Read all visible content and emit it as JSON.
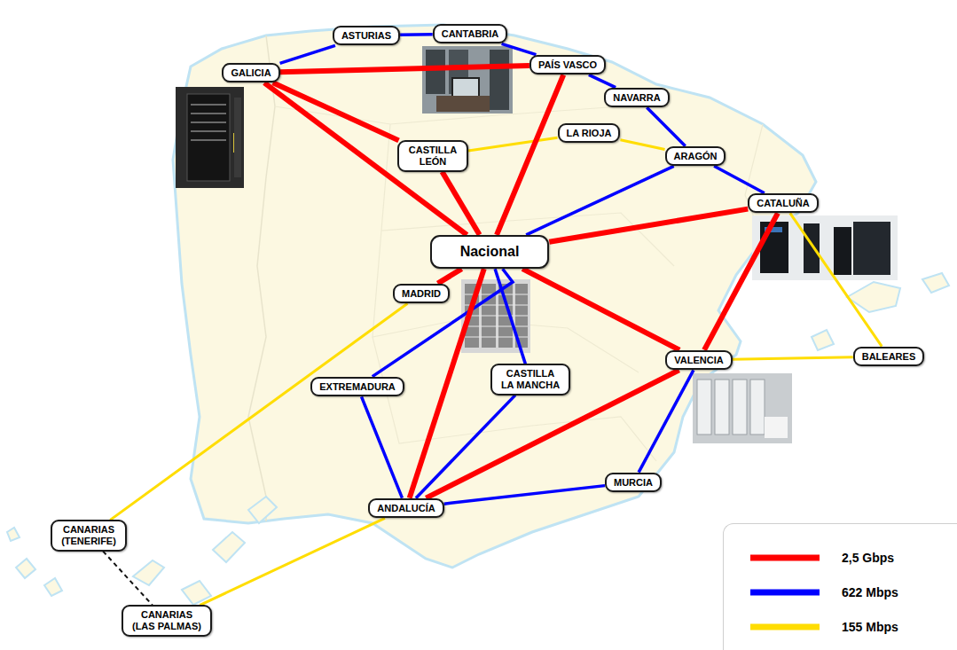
{
  "diagram": {
    "nodes": [
      {
        "text": [
          "ASTURIAS"
        ]
      },
      {
        "text": [
          "CANTABRIA"
        ]
      },
      {
        "text": [
          "GALICIA"
        ]
      },
      {
        "text": [
          "PAÍS VASCO"
        ]
      },
      {
        "text": [
          "NAVARRA"
        ]
      },
      {
        "text": [
          "LA RIOJA"
        ]
      },
      {
        "text": [
          "CASTILLA LEÓN"
        ]
      },
      {
        "text": [
          "ARAGÓN"
        ]
      },
      {
        "text": [
          "CATALUÑA"
        ]
      },
      {
        "text": [
          "Nacional"
        ]
      },
      {
        "text": [
          "MADRID"
        ]
      },
      {
        "text": [
          "VALENCIA"
        ]
      },
      {
        "text": [
          "BALEARES"
        ]
      },
      {
        "text": [
          "EXTREMADURA"
        ]
      },
      {
        "text": [
          "CASTILLA LA MANCHA"
        ]
      },
      {
        "text": [
          "MURCIA"
        ]
      },
      {
        "text": [
          "ANDALUCÍA"
        ]
      },
      {
        "text": [
          "CANARIAS (TENERIFE)"
        ]
      },
      {
        "text": [
          "CANARIAS (LAS PALMAS)"
        ]
      }
    ],
    "edges": [
      {
        "from": 2,
        "to": 0,
        "arrow": "none"
      },
      {
        "from": 0,
        "to": 1,
        "arrow": "none"
      },
      {
        "from": 1,
        "to": 3,
        "arrow": "none"
      },
      {
        "from": 2,
        "to": 3,
        "arrow": "none"
      },
      {
        "from": 3,
        "to": 4,
        "arrow": "none"
      },
      {
        "from": 4,
        "to": 7,
        "arrow": "none"
      },
      {
        "from": 6,
        "to": 5,
        "arrow": "none"
      },
      {
        "from": 5,
        "to": 7,
        "arrow": "none"
      },
      {
        "from": 2,
        "to": 6,
        "arrow": "none"
      },
      {
        "from": 2,
        "to": 9,
        "arrow": "none"
      },
      {
        "from": 6,
        "to": 9,
        "arrow": "none"
      },
      {
        "from": 3,
        "to": 9,
        "arrow": "none"
      },
      {
        "from": 7,
        "to": 9,
        "arrow": "none"
      },
      {
        "from": 7,
        "to": 8,
        "arrow": "none"
      },
      {
        "from": 8,
        "to": 9,
        "arrow": "none"
      },
      {
        "from": 9,
        "to": 10,
        "arrow": "none"
      },
      {
        "from": 9,
        "to": 13,
        "arrow": "none"
      },
      {
        "from": 9,
        "to": 14,
        "arrow": "none"
      },
      {
        "from": 9,
        "to": 16,
        "arrow": "none"
      },
      {
        "from": 9,
        "to": 11,
        "arrow": "none"
      },
      {
        "from": 8,
        "to": 11,
        "arrow": "none"
      },
      {
        "from": 8,
        "to": 12,
        "arrow": "none"
      },
      {
        "from": 11,
        "to": 12,
        "arrow": "none"
      },
      {
        "from": 10,
        "to": 17,
        "arrow": "none"
      },
      {
        "from": 13,
        "to": 16,
        "arrow": "none"
      },
      {
        "from": 14,
        "to": 16,
        "arrow": "none"
      },
      {
        "from": 11,
        "to": 16,
        "arrow": "none"
      },
      {
        "from": 11,
        "to": 15,
        "arrow": "none"
      },
      {
        "from": 15,
        "to": 16,
        "arrow": "none"
      },
      {
        "from": 16,
        "to": 18,
        "arrow": "none"
      },
      {
        "from": 17,
        "to": 18,
        "arrow": "none"
      }
    ],
    "legend": [
      {
        "text": "2,5 Gbps",
        "color": "#ff0000"
      },
      {
        "text": "622 Mbps",
        "color": "#0000ff"
      },
      {
        "text": "155 Mbps",
        "color": "#ffdd00"
      }
    ]
  }
}
